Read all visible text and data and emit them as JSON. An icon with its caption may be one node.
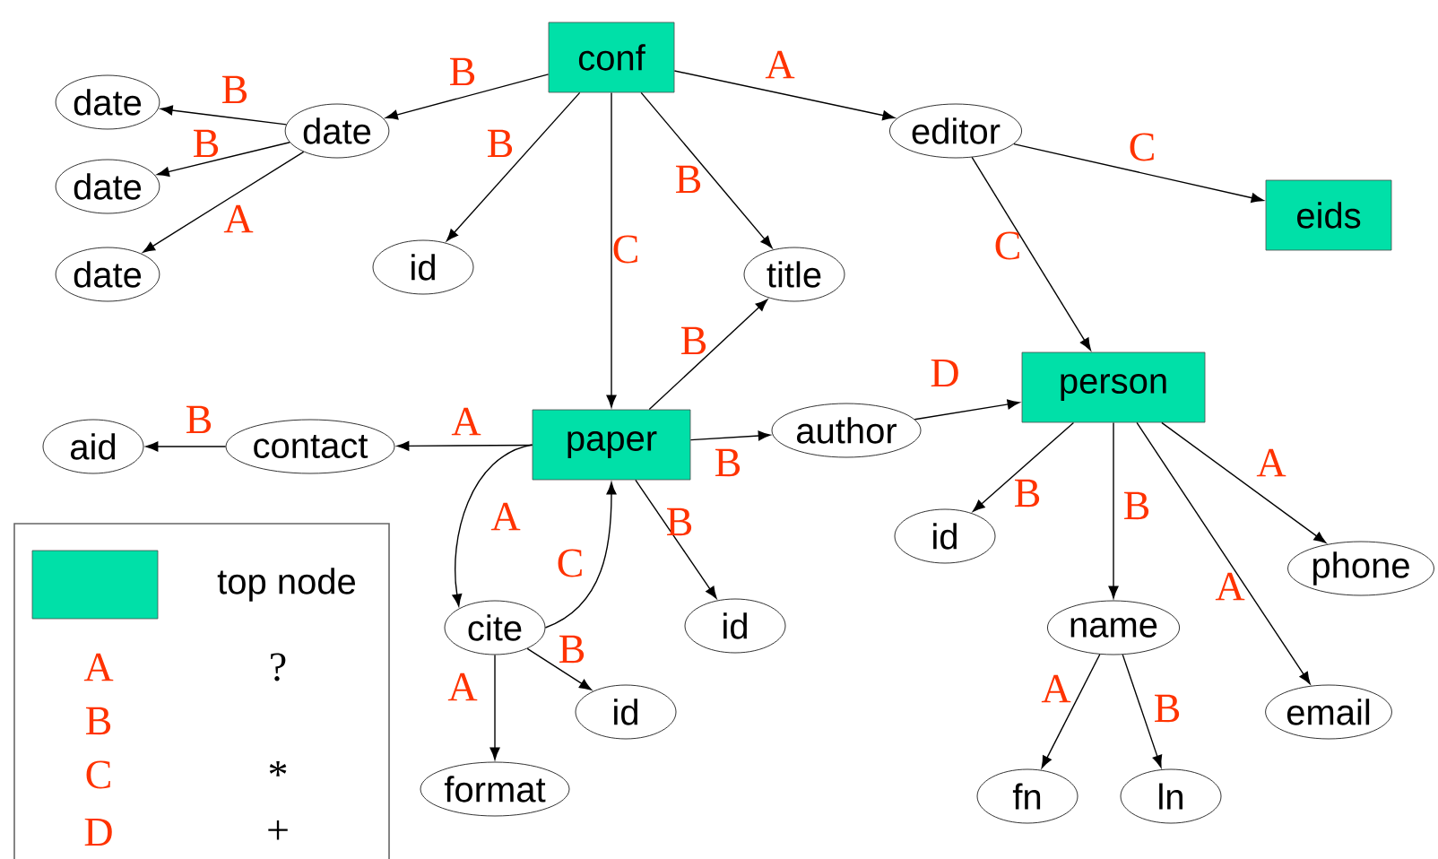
{
  "diagram": {
    "nodes": [
      {
        "text": [
          "conf"
        ]
      },
      {
        "text": [
          "date"
        ]
      },
      {
        "text": [
          "date"
        ]
      },
      {
        "text": [
          "date"
        ]
      },
      {
        "text": [
          "date"
        ]
      },
      {
        "text": [
          "editor"
        ]
      },
      {
        "text": [
          "eids"
        ]
      },
      {
        "text": [
          "id"
        ]
      },
      {
        "text": [
          "title"
        ]
      },
      {
        "text": [
          "person"
        ]
      },
      {
        "text": [
          "aid"
        ]
      },
      {
        "text": [
          "contact"
        ]
      },
      {
        "text": [
          "paper"
        ]
      },
      {
        "text": [
          "author"
        ]
      },
      {
        "text": [
          "id"
        ]
      },
      {
        "text": [
          "phone"
        ]
      },
      {
        "text": [
          "cite"
        ]
      },
      {
        "text": [
          "id"
        ]
      },
      {
        "text": [
          "name"
        ]
      },
      {
        "text": [
          "id"
        ]
      },
      {
        "text": [
          "email"
        ]
      },
      {
        "text": [
          "format"
        ]
      },
      {
        "text": [
          "fn"
        ]
      },
      {
        "text": [
          "ln"
        ]
      }
    ],
    "edges": [
      {
        "from": 0,
        "to": 1,
        "arrow": "to",
        "label": "B"
      },
      {
        "from": 0,
        "to": 7,
        "arrow": "to",
        "label": "B"
      },
      {
        "from": 0,
        "to": 12,
        "arrow": "to",
        "label": "C"
      },
      {
        "from": 0,
        "to": 8,
        "arrow": "to",
        "label": "B"
      },
      {
        "from": 0,
        "to": 5,
        "arrow": "to",
        "label": "A"
      },
      {
        "from": 1,
        "to": 2,
        "arrow": "to",
        "label": "B"
      },
      {
        "from": 1,
        "to": 3,
        "arrow": "to",
        "label": "B"
      },
      {
        "from": 1,
        "to": 4,
        "arrow": "to",
        "label": "A"
      },
      {
        "from": 5,
        "to": 6,
        "arrow": "to",
        "label": "C"
      },
      {
        "from": 5,
        "to": 9,
        "arrow": "to",
        "label": "C"
      },
      {
        "from": 12,
        "to": 8,
        "arrow": "to",
        "label": "B"
      },
      {
        "from": 12,
        "to": 11,
        "arrow": "to",
        "label": "A"
      },
      {
        "from": 11,
        "to": 10,
        "arrow": "to",
        "label": "B"
      },
      {
        "from": 12,
        "to": 13,
        "arrow": "to",
        "label": "B"
      },
      {
        "from": 13,
        "to": 9,
        "arrow": "to",
        "label": "D"
      },
      {
        "from": 12,
        "to": 16,
        "arrow": "to",
        "label": "A"
      },
      {
        "from": 16,
        "to": 12,
        "arrow": "to",
        "label": "C"
      },
      {
        "from": 12,
        "to": 17,
        "arrow": "to",
        "label": "B"
      },
      {
        "from": 16,
        "to": 19,
        "arrow": "to",
        "label": "B"
      },
      {
        "from": 16,
        "to": 21,
        "arrow": "to",
        "label": "A"
      },
      {
        "from": 9,
        "to": 14,
        "arrow": "to",
        "label": "B"
      },
      {
        "from": 9,
        "to": 18,
        "arrow": "to",
        "label": "B"
      },
      {
        "from": 9,
        "to": 20,
        "arrow": "to",
        "label": "A"
      },
      {
        "from": 9,
        "to": 15,
        "arrow": "to",
        "label": "A"
      },
      {
        "from": 18,
        "to": 22,
        "arrow": "to",
        "label": "A"
      },
      {
        "from": 18,
        "to": 23,
        "arrow": "to",
        "label": "B"
      }
    ],
    "labels": [
      "A",
      "?",
      "B",
      "C",
      "*",
      "D",
      "+"
    ],
    "legend": [
      {
        "text": "top node",
        "color": "#00e0a8"
      }
    ]
  }
}
